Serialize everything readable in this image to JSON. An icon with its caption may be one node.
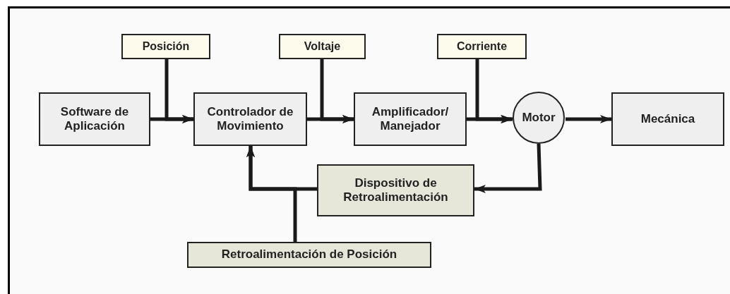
{
  "diagram": {
    "nodes": [
      {
        "text": [
          "Posición"
        ]
      },
      {
        "text": [
          "Voltaje"
        ]
      },
      {
        "text": [
          "Corriente"
        ]
      },
      {
        "text": [
          "Software de Aplicación"
        ]
      },
      {
        "text": [
          "Controlador de Movimiento"
        ]
      },
      {
        "text": [
          "Amplificador/ Manejador"
        ]
      },
      {
        "text": [
          "Motor"
        ]
      },
      {
        "text": [
          "Mecánica"
        ]
      },
      {
        "text": [
          "Dispositivo de Retroalimentación"
        ]
      },
      {
        "text": [
          "Retroalimentación de Posición"
        ]
      }
    ],
    "edges": [
      {
        "from": 3,
        "to": 4,
        "arrow": "to"
      },
      {
        "from": 0,
        "to": 4,
        "arrow": "to"
      },
      {
        "from": 4,
        "to": 5,
        "arrow": "to"
      },
      {
        "from": 1,
        "to": 5,
        "arrow": "to"
      },
      {
        "from": 5,
        "to": 6,
        "arrow": "to"
      },
      {
        "from": 2,
        "to": 6,
        "arrow": "to"
      },
      {
        "from": 6,
        "to": 7,
        "arrow": "to"
      },
      {
        "from": 6,
        "to": 8,
        "arrow": "to"
      },
      {
        "from": 8,
        "to": 4,
        "arrow": "to"
      },
      {
        "from": 9,
        "to": 4,
        "arrow": "to"
      }
    ]
  }
}
